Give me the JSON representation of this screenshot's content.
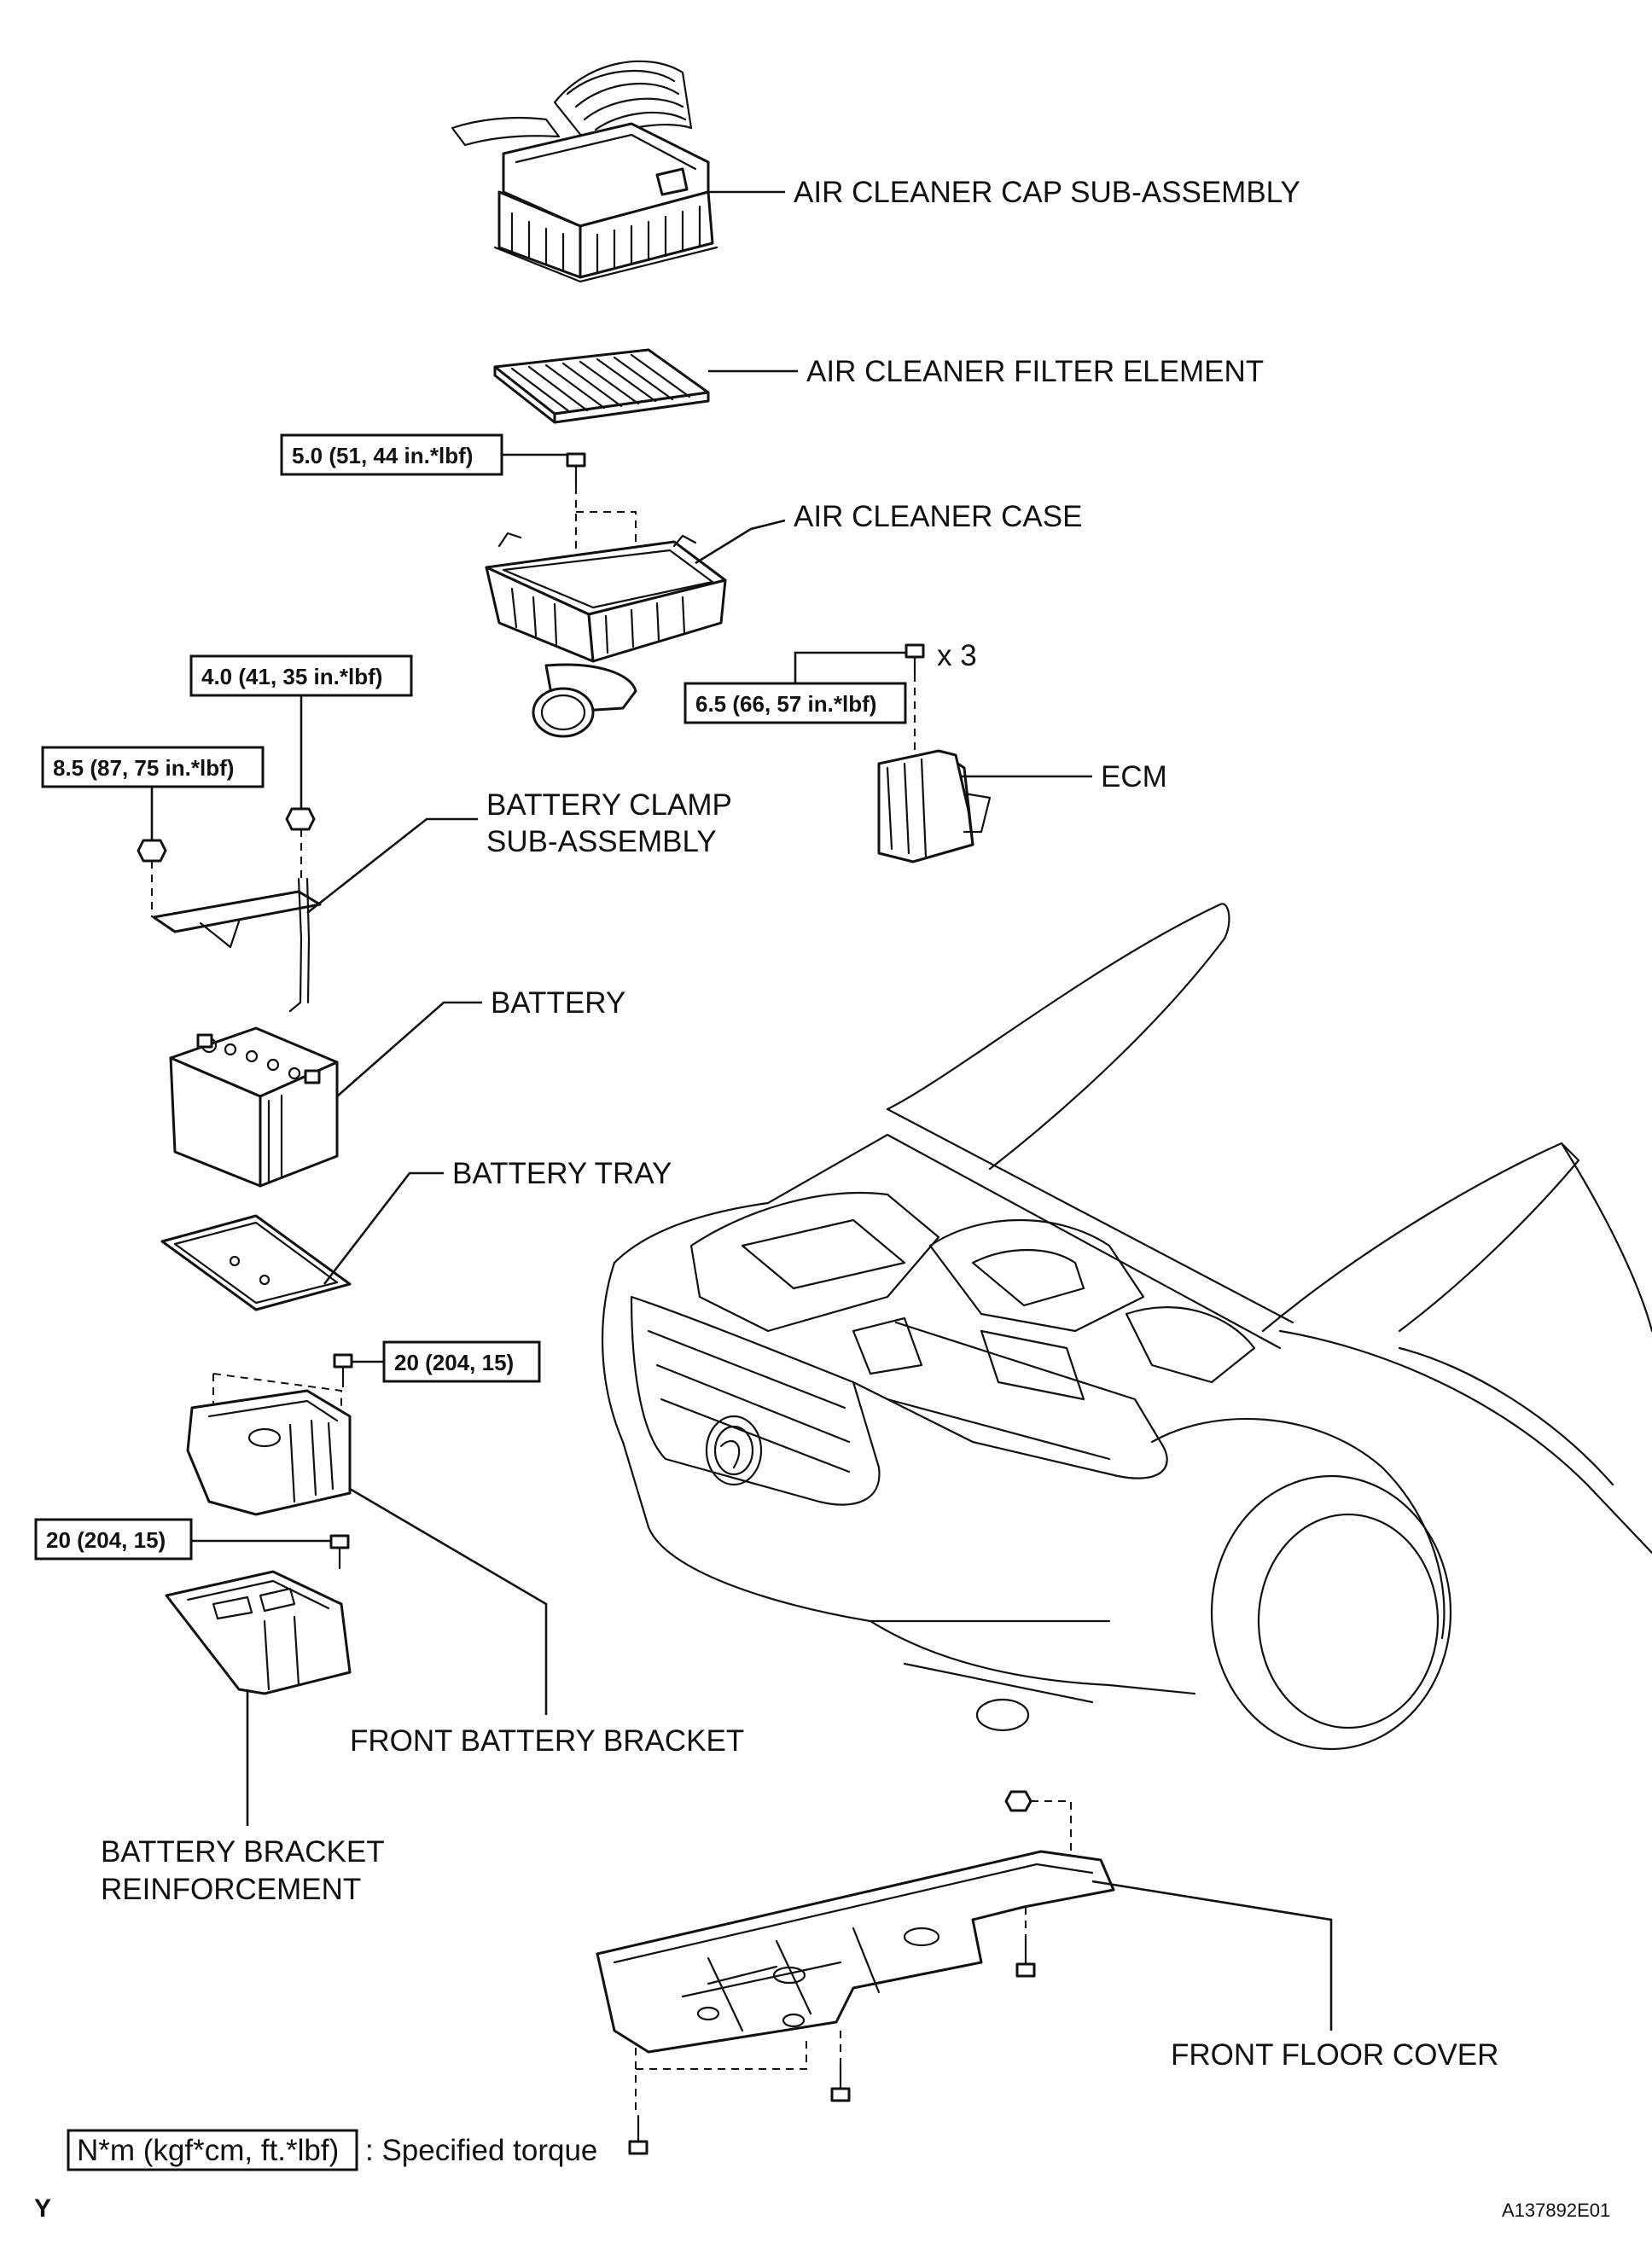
{
  "labels": {
    "air_cleaner_cap": "AIR CLEANER CAP SUB-ASSEMBLY",
    "air_cleaner_filter": "AIR CLEANER FILTER ELEMENT",
    "air_cleaner_case": "AIR CLEANER CASE",
    "ecm": "ECM",
    "ecm_qty": "x 3",
    "battery_clamp_1": "BATTERY CLAMP",
    "battery_clamp_2": "SUB-ASSEMBLY",
    "battery": "BATTERY",
    "battery_tray": "BATTERY TRAY",
    "front_battery_bracket": "FRONT BATTERY BRACKET",
    "battery_bracket_reinf_1": "BATTERY BRACKET",
    "battery_bracket_reinf_2": "REINFORCEMENT",
    "front_floor_cover": "FRONT FLOOR COVER"
  },
  "torques": {
    "case_bolt": "5.0 (51, 44 in.*lbf)",
    "ecm_bolt": "6.5 (66, 57 in.*lbf)",
    "clamp_nut_right": "4.0 (41, 35 in.*lbf)",
    "clamp_nut_left": "8.5 (87, 75 in.*lbf)",
    "front_bracket_bolt": "20 (204, 15)",
    "reinforcement_bolt": "20 (204, 15)"
  },
  "legend": {
    "unit_box": "N*m (kgf*cm, ft.*lbf)",
    "text": ": Specified torque"
  },
  "footer": {
    "key": "Y",
    "ref": "A137892E01"
  }
}
